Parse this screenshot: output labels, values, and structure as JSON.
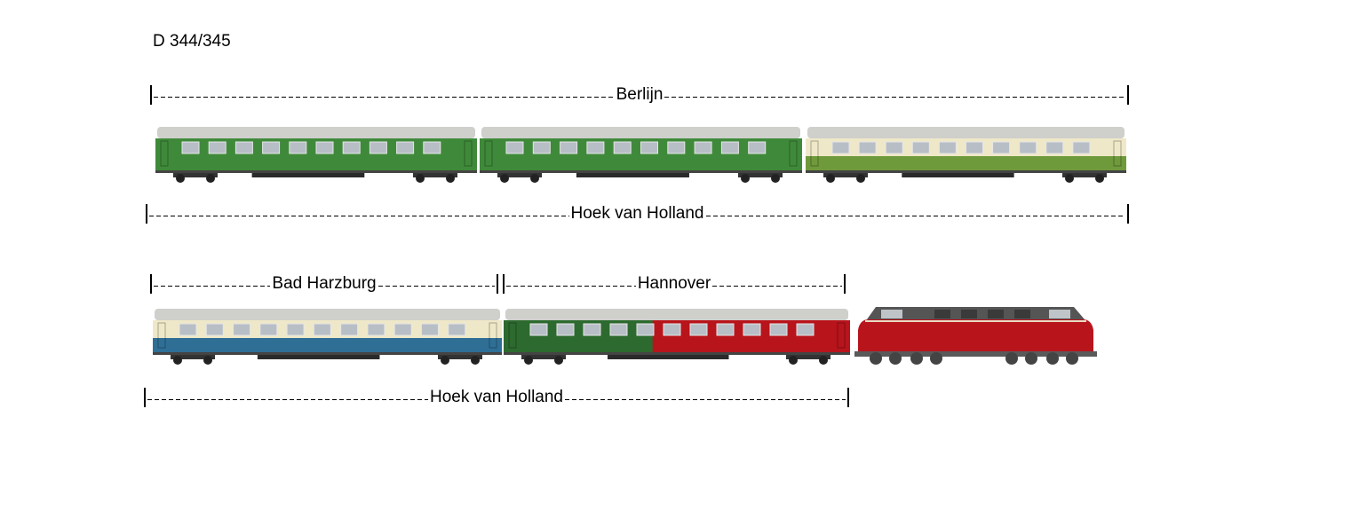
{
  "title": "D 344/345",
  "labels": {
    "berlijn": "Berlijn",
    "hoek_top": "Hoek van Holland",
    "bad_harzburg": "Bad Harzburg",
    "hannover": "Hannover",
    "hoek_bottom": "Hoek van Holland"
  },
  "vehicles": [
    {
      "name": "baggage-coach-green",
      "type": "coach",
      "body": "#3f8a3a",
      "body2": null,
      "stripe": null
    },
    {
      "name": "coach-green",
      "type": "coach",
      "body": "#3f8a3a",
      "body2": null,
      "stripe": null
    },
    {
      "name": "coach-cream-green",
      "type": "coach",
      "body": "#6f9a3c",
      "body2": null,
      "stripe": "#efe8c8"
    },
    {
      "name": "coach-cream-blue",
      "type": "coach",
      "body": "#2f6f96",
      "body2": null,
      "stripe": "#efe8c8"
    },
    {
      "name": "coach-green-red",
      "type": "coach",
      "body": "#2d6a2f",
      "body2": "#b8141c",
      "stripe": null
    },
    {
      "name": "diesel-locomotive-red",
      "type": "loco",
      "body": "#b8141c",
      "body2": null,
      "stripe": null
    }
  ]
}
